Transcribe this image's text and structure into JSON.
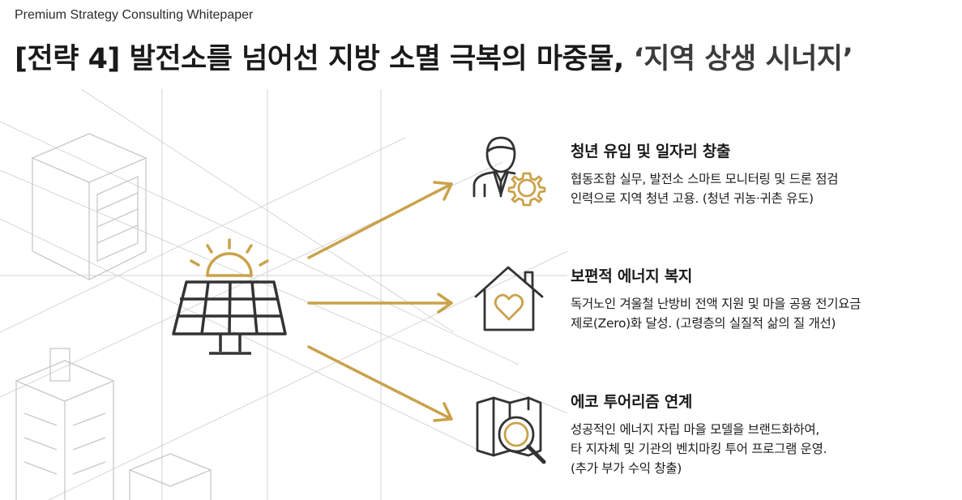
{
  "header": {
    "eyebrow": "Premium Strategy Consulting Whitepaper",
    "title_main": "[전략 4] 발전소를 넘어선 지방 소멸 극복의 마중물, ",
    "title_accent": "‘지역 상생 시너지’"
  },
  "items": [
    {
      "icon": "worker-gear-icon",
      "title": "청년 유입 및 일자리 창출",
      "desc": [
        "협동조합 실무, 발전소 스마트 모니터링 및 드론 점검",
        "인력으로 지역 청년 고용. (청년 귀농·귀촌 유도)"
      ]
    },
    {
      "icon": "house-heart-icon",
      "title": "보편적 에너지 복지",
      "desc": [
        "독거노인 겨울철 난방비 전액 지원 및 마을 공용 전기요금",
        "제로(Zero)화 달성. (고령층의 실질적 삶의 질 개선)"
      ]
    },
    {
      "icon": "map-magnifier-icon",
      "title": "에코 투어리즘 연계",
      "desc": [
        "성공적인 에너지 자립 마을 모델을 브랜드화하여,",
        "타 지자체 및 기관의 벤치마킹 투어 프로그램 운영.",
        "(추가 부가 수익 창출)"
      ]
    }
  ],
  "colors": {
    "accent": "#c9a24a",
    "icon_stroke": "#333333",
    "bg_lines": "#d9d9d9"
  },
  "center_icon": "solar-panel-sun-icon"
}
